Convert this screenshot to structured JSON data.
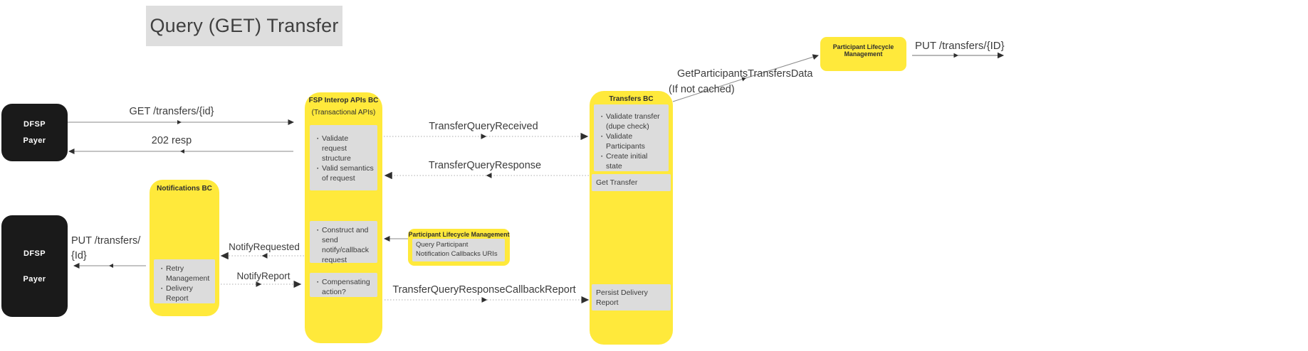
{
  "title": "Query (GET) Transfer",
  "colors": {
    "node_yellow": "#ffe93b",
    "inner_gray": "#dcdcdc",
    "actor_black": "#1a1a1a",
    "title_gray": "#dedede"
  },
  "nodes": {
    "dfsp_payer_top": {
      "line1": "DFSP",
      "line2": "Payer"
    },
    "dfsp_payer_bottom": {
      "line1": "DFSP",
      "line2": "Payer"
    },
    "notifications_bc": {
      "title": "Notifications BC",
      "items": [
        "Retry Management",
        "Delivery Report"
      ]
    },
    "fsp_interop": {
      "title": "FSP Interop APIs BC",
      "subtitle": "(Transactional APIs)",
      "box1_items": [
        "Validate request structure",
        "Valid semantics of request"
      ],
      "box2_items": [
        "Construct and send notify/callback request"
      ],
      "box3_items": [
        "Compensating action?"
      ]
    },
    "plm_mid": {
      "title": "Participant Lifecycle Management",
      "body_line1": "Query Participant",
      "body_line2": "Notification Callbacks URIs"
    },
    "transfers_bc": {
      "title": "Transfers BC",
      "box1_items": [
        "Validate transfer (dupe check)",
        "Validate Participants",
        "Create initial state"
      ],
      "box2_label": "Get Transfer",
      "box3_label": "Persist Delivery Report"
    },
    "plm_top": {
      "title": "Participant Lifecycle Management"
    }
  },
  "labels": {
    "get_transfers": "GET /transfers/{id}",
    "resp_202": "202 resp",
    "transfer_query_received": "TransferQueryReceived",
    "transfer_query_response": "TransferQueryResponse",
    "notify_requested": "NotifyRequested",
    "notify_report": "NotifyReport",
    "transfer_query_response_callback_report": "TransferQueryResponseCallbackReport",
    "get_participants_transfers_data": "GetParticipantsTransfersData",
    "if_not_cached": "(If not cached)",
    "put_transfers_id_top": "PUT /transfers/{ID}",
    "put_transfers_left_line1": "PUT /transfers/",
    "put_transfers_left_line2": "{Id}"
  }
}
